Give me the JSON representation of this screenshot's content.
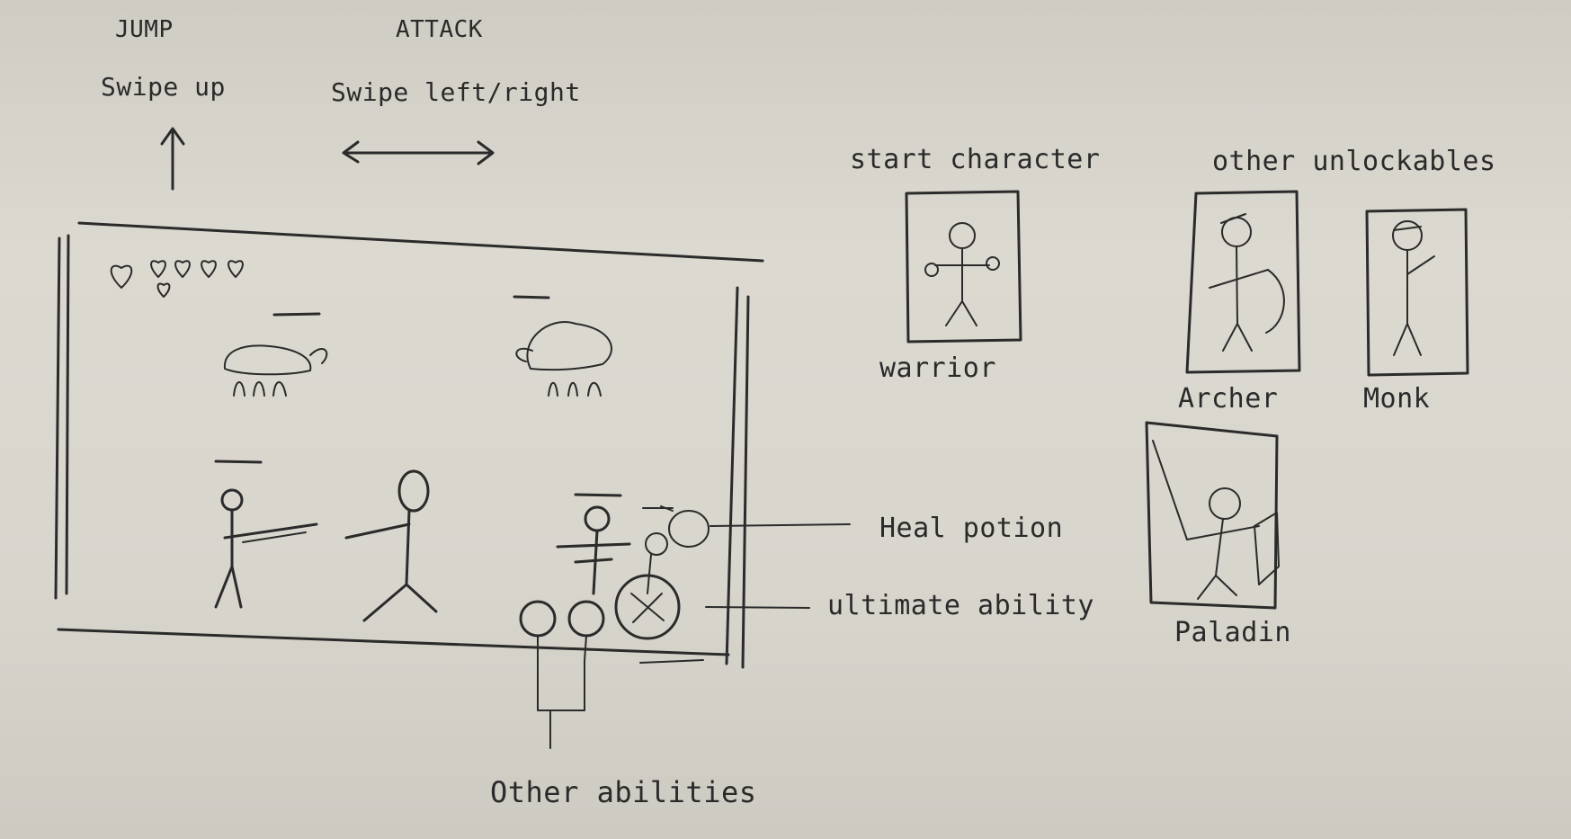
{
  "controls": {
    "jump_title": "JUMP",
    "jump_hint": "Swipe up",
    "attack_title": "ATTACK",
    "attack_hint": "Swipe left/right"
  },
  "callouts": {
    "heal_potion": "Heal potion",
    "ultimate_ability": "ultimate ability",
    "other_abilities": "Other abilities"
  },
  "characters": {
    "start_heading": "start character",
    "unlockables_heading": "other unlockables",
    "warrior": "warrior",
    "archer": "Archer",
    "monk": "Monk",
    "paladin": "Paladin"
  },
  "icons": [
    "heart-icon",
    "arrow-up-icon",
    "arrow-left-right-icon",
    "potion-icon",
    "ultimate-ability-icon"
  ]
}
